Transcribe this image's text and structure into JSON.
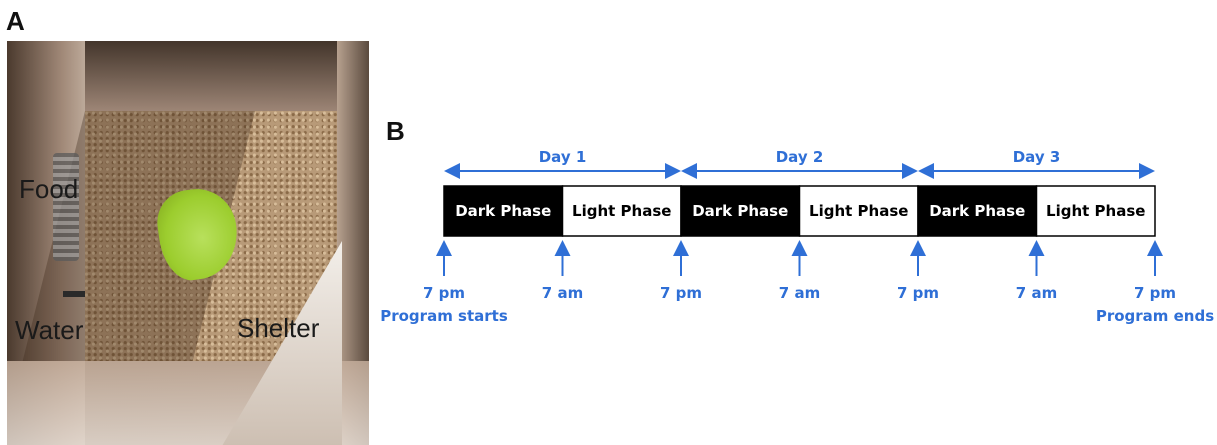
{
  "panel_a": {
    "letter": "A",
    "labels": {
      "food": "Food",
      "water": "Water",
      "shelter": "Shelter"
    }
  },
  "panel_b": {
    "letter": "B",
    "days": [
      "Day 1",
      "Day 2",
      "Day 3"
    ],
    "phases": [
      {
        "label": "Dark Phase",
        "dark": true
      },
      {
        "label": "Light Phase",
        "dark": false
      },
      {
        "label": "Dark Phase",
        "dark": true
      },
      {
        "label": "Light Phase",
        "dark": false
      },
      {
        "label": "Dark Phase",
        "dark": true
      },
      {
        "label": "Light Phase",
        "dark": false
      }
    ],
    "times": [
      "7 pm",
      "7 am",
      "7 pm",
      "7 am",
      "7 pm",
      "7 am",
      "7 pm"
    ],
    "start_note": "Program starts",
    "end_note": "Program ends"
  },
  "colors": {
    "accent": "#2f6fd6",
    "dark_phase": "#000000",
    "light_phase": "#ffffff"
  }
}
